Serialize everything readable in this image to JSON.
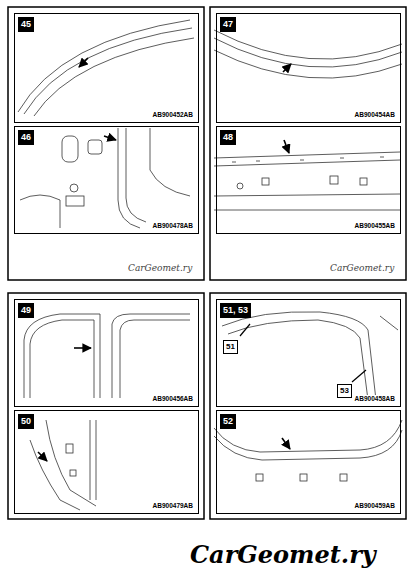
{
  "diagram": {
    "nodes": [
      {
        "text": [
          "45",
          "AB900452AB"
        ]
      },
      {
        "text": [
          "46",
          "AB900478AB"
        ]
      },
      {
        "text": [
          "47",
          "AB900454AB"
        ]
      },
      {
        "text": [
          "48",
          "AB900455AB"
        ]
      },
      {
        "text": [
          "49",
          "AB900456AB"
        ]
      },
      {
        "text": [
          "50",
          "AB900479AB"
        ]
      },
      {
        "text": [
          "51, 53",
          "51",
          "53",
          "AB900458AB"
        ]
      },
      {
        "text": [
          "52",
          "AB900459AB"
        ]
      }
    ],
    "labels": [
      "CarGeomet.ry",
      "CarGeomet.ry",
      "CarGeomet.ry"
    ]
  }
}
